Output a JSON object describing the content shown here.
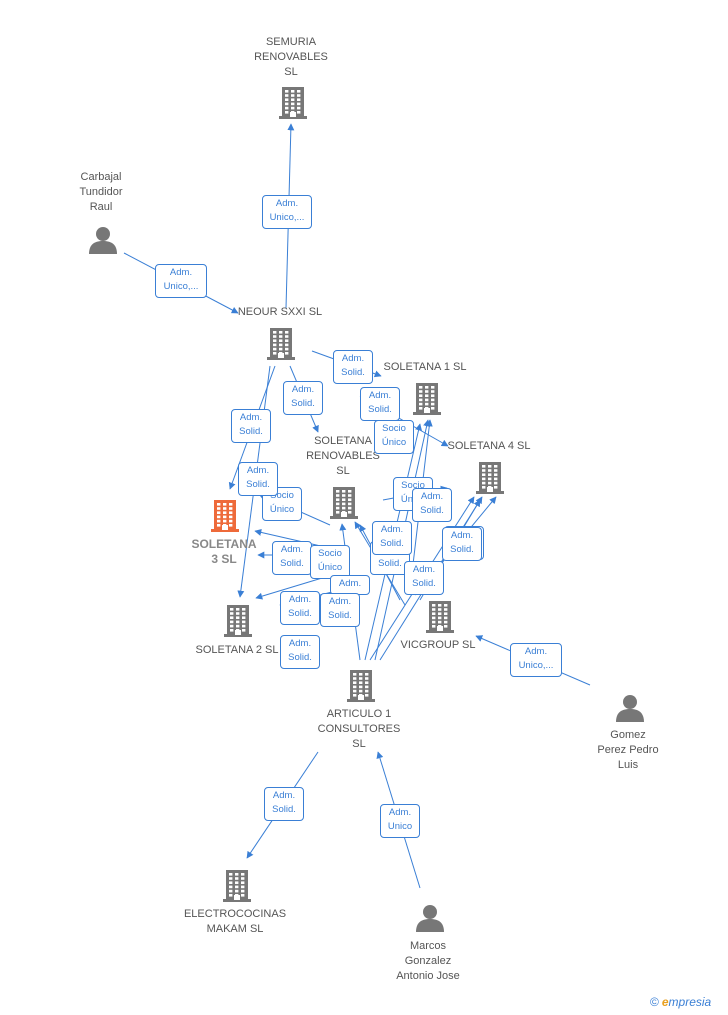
{
  "colors": {
    "edge": "#3a7fd5",
    "building": "#777777",
    "building_focus": "#ee6a3a",
    "person": "#777777"
  },
  "nodes": [
    {
      "id": "semuria",
      "label": "SEMURIA\nRENOVABLES\nSL",
      "type": "building"
    },
    {
      "id": "carbajal",
      "label": "Carbajal\nTundidor\nRaul",
      "type": "person"
    },
    {
      "id": "neour",
      "label": "NEOUR SXXI SL",
      "type": "building"
    },
    {
      "id": "soletana1",
      "label": "SOLETANA 1 SL",
      "type": "building"
    },
    {
      "id": "soletana_ren",
      "label": "SOLETANA\nRENOVABLES\nSL",
      "type": "building"
    },
    {
      "id": "soletana4",
      "label": "SOLETANA 4 SL",
      "type": "building"
    },
    {
      "id": "soletana3",
      "label": "SOLETANA\n3 SL",
      "type": "building",
      "focus": true
    },
    {
      "id": "soletana2",
      "label": "SOLETANA 2 SL",
      "type": "building"
    },
    {
      "id": "vicgroup",
      "label": "VICGROUP SL",
      "type": "building"
    },
    {
      "id": "articulo1",
      "label": "ARTICULO 1\nCONSULTORES\nSL",
      "type": "building"
    },
    {
      "id": "gomez",
      "label": "Gomez\nPerez Pedro\nLuis",
      "type": "person"
    },
    {
      "id": "electro",
      "label": "ELECTROCOCINAS\nMAKAM SL",
      "type": "building"
    },
    {
      "id": "marcos",
      "label": "Marcos\nGonzalez\nAntonio Jose",
      "type": "person"
    }
  ],
  "edge_labels": [
    "Adm.\nUnico,...",
    "Adm.\nUnico,...",
    "Adm.\nSolid.",
    "Adm.\nSolid.",
    "Adm.\nSolid.",
    "Socio\nÚnico",
    "Adm.\nSolid.",
    "Socio\nÚnico",
    "Adm.\nSolid.",
    "Socio\nÚnico",
    "Adm.\nSolid.",
    "Adm.\nSolid.",
    "Socio\nÚnico",
    "Adm.\nSolid.",
    "Adm.\nSolid.",
    "Adm.\nSolid.",
    "Adm.\nSolid.",
    "Adm.",
    "Adm.\nSolid.",
    "Adm.\nSolid.",
    "Adm.\nSolid.",
    "Adm.\nSolid.",
    "Adm.\nUnico,...",
    "Adm.\nSolid.",
    "Adm.\nUnico"
  ],
  "brand": {
    "copyright": "©",
    "first_letter": "e",
    "rest": "mpresia"
  }
}
